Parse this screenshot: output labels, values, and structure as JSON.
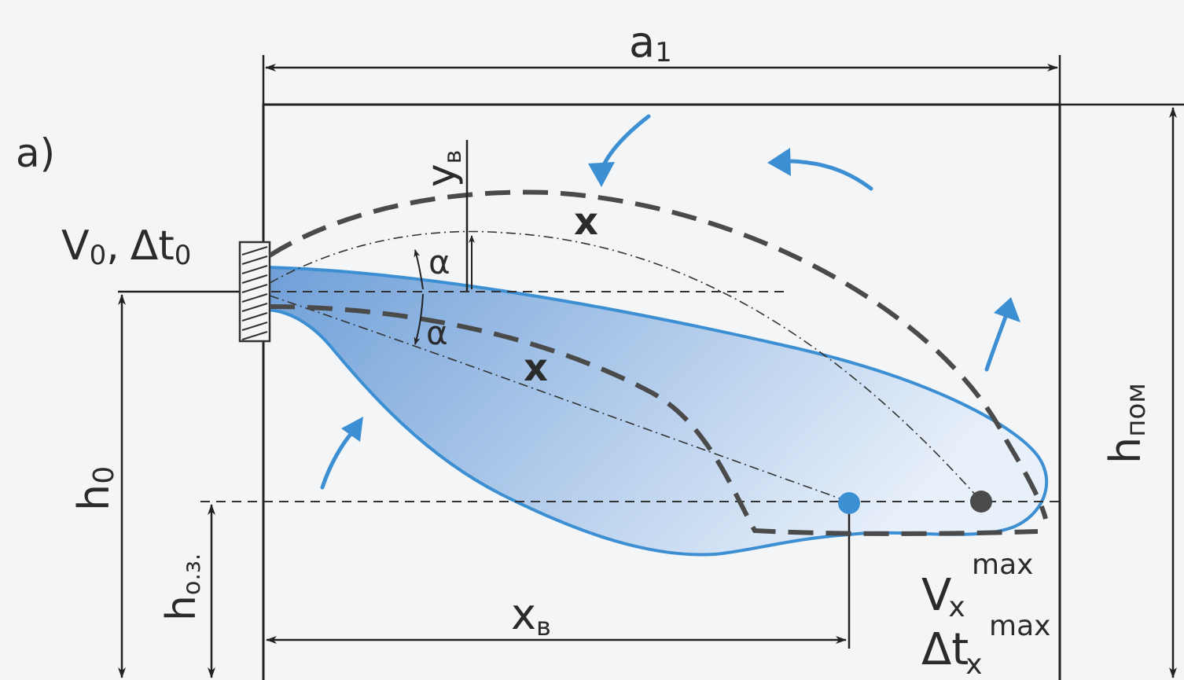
{
  "panel_label": "a)",
  "labels": {
    "a1": {
      "main": "a",
      "sub": "1"
    },
    "h_pom": {
      "main": "h",
      "sub": "пом"
    },
    "h0": {
      "main": "h",
      "sub": "0"
    },
    "h_oz": {
      "main": "h",
      "sub": "о.з."
    },
    "x_v": {
      "main": "x",
      "sub": "в"
    },
    "y_v": {
      "main": "y",
      "sub": "в"
    },
    "v0": {
      "main": "V",
      "sub": "0"
    },
    "v0_sep": ",",
    "dt0": {
      "main": "Δt",
      "sub": "0"
    },
    "alpha_upper": "α",
    "alpha_lower": "α",
    "x_upper": "x",
    "x_lower": "x",
    "vx_max": {
      "main": "V",
      "sub": "x",
      "sup": "max"
    },
    "dtx_max": {
      "main": "Δt",
      "sub": "x",
      "sup": "max"
    }
  },
  "colors": {
    "jet_fill_dark": "#6f9fd8",
    "jet_fill_light": "#e8f0fa",
    "jet_outline": "#3b8fd2",
    "airflow_arrow": "#3b8fd2",
    "point_blue": "#3b8fd2",
    "point_dark": "#4a4a4a"
  }
}
